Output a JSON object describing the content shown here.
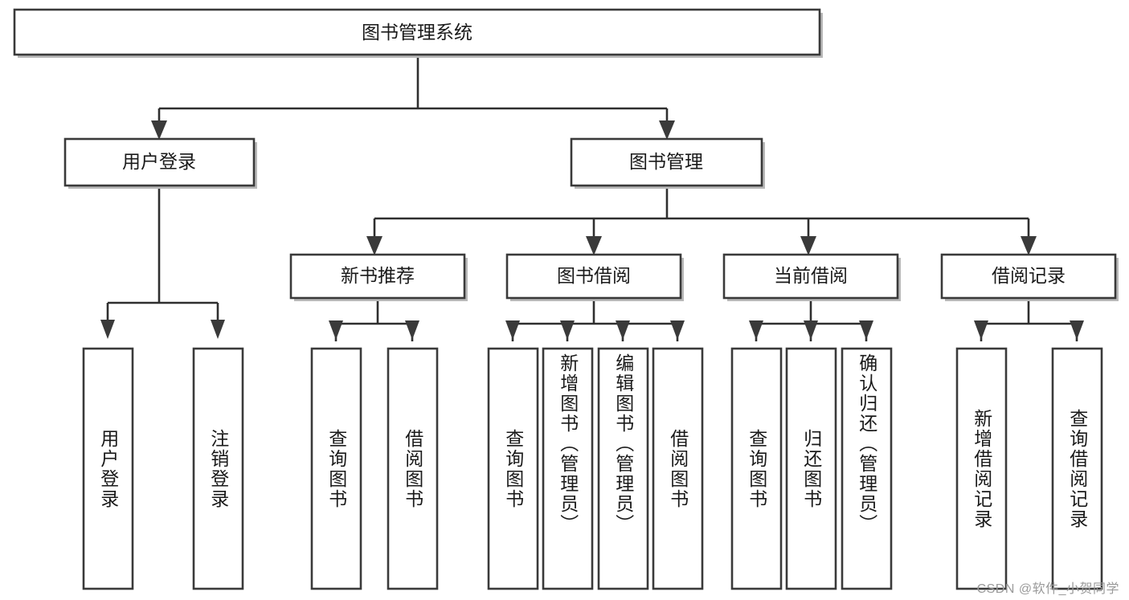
{
  "diagram": {
    "type": "tree-hierarchy",
    "title_node": {
      "id": "root",
      "label": "图书管理系统"
    },
    "level2": [
      {
        "id": "user-login",
        "label": "用户登录"
      },
      {
        "id": "book-manage",
        "label": "图书管理"
      }
    ],
    "level3": [
      {
        "id": "new-book-rec",
        "label": "新书推荐",
        "parent": "book-manage"
      },
      {
        "id": "book-borrow",
        "label": "图书借阅",
        "parent": "book-manage"
      },
      {
        "id": "current-borrow",
        "label": "当前借阅",
        "parent": "book-manage"
      },
      {
        "id": "borrow-record",
        "label": "借阅记录",
        "parent": "book-manage"
      }
    ],
    "leaves": [
      {
        "id": "leaf-user-login",
        "label": "用户登录",
        "parent": "user-login"
      },
      {
        "id": "leaf-user-logout",
        "label": "注销登录",
        "parent": "user-login"
      },
      {
        "id": "leaf-query-book-rec",
        "label": "查询图书",
        "parent": "new-book-rec"
      },
      {
        "id": "leaf-borrow-book-rec",
        "label": "借阅图书",
        "parent": "new-book-rec"
      },
      {
        "id": "leaf-query-book-borrow",
        "label": "查询图书",
        "parent": "book-borrow"
      },
      {
        "id": "leaf-add-book",
        "label": "新增图书（管理员）",
        "parent": "book-borrow"
      },
      {
        "id": "leaf-edit-book",
        "label": "编辑图书（管理员）",
        "parent": "book-borrow"
      },
      {
        "id": "leaf-borrow-book",
        "label": "借阅图书",
        "parent": "book-borrow"
      },
      {
        "id": "leaf-query-book-current",
        "label": "查询图书",
        "parent": "current-borrow"
      },
      {
        "id": "leaf-return-book",
        "label": "归还图书",
        "parent": "current-borrow"
      },
      {
        "id": "leaf-confirm-return",
        "label": "确认归还（管理员）",
        "parent": "current-borrow"
      },
      {
        "id": "leaf-add-record",
        "label": "新增借阅记录",
        "parent": "borrow-record"
      },
      {
        "id": "leaf-query-record",
        "label": "查询借阅记录",
        "parent": "borrow-record"
      }
    ],
    "colors": {
      "box_stroke": "#3a3a3a",
      "box_fill": "#ffffff",
      "edge": "#2f2f2f",
      "text": "#1a1a1a",
      "watermark": "#9a9a9a"
    }
  },
  "watermark": {
    "text": "CSDN @软件_小贺同学"
  }
}
